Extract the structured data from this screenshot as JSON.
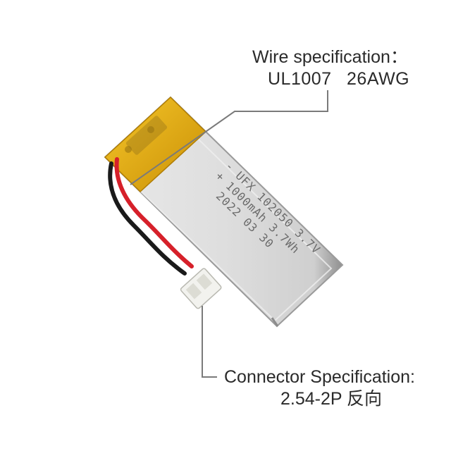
{
  "wire_spec": {
    "title": "Wire specification：",
    "value": "UL1007   26AWG"
  },
  "connector_spec": {
    "title": "Connector Specification:",
    "value": "2.54-2P 反向"
  },
  "battery_print": {
    "model_line": "UFX 102050 3.7V",
    "capacity_line": "1000mAh 3.7Wh",
    "date_line": "2022 03 30",
    "minus": "-",
    "plus": "+"
  },
  "colors": {
    "callout_line": "#7a7a7a",
    "cell_silver": "#d9d9d9",
    "kapton_tape": "#e8b40e",
    "red_wire": "#d6202a",
    "black_wire": "#1a1a1a",
    "connector": "#f2f2ee"
  }
}
